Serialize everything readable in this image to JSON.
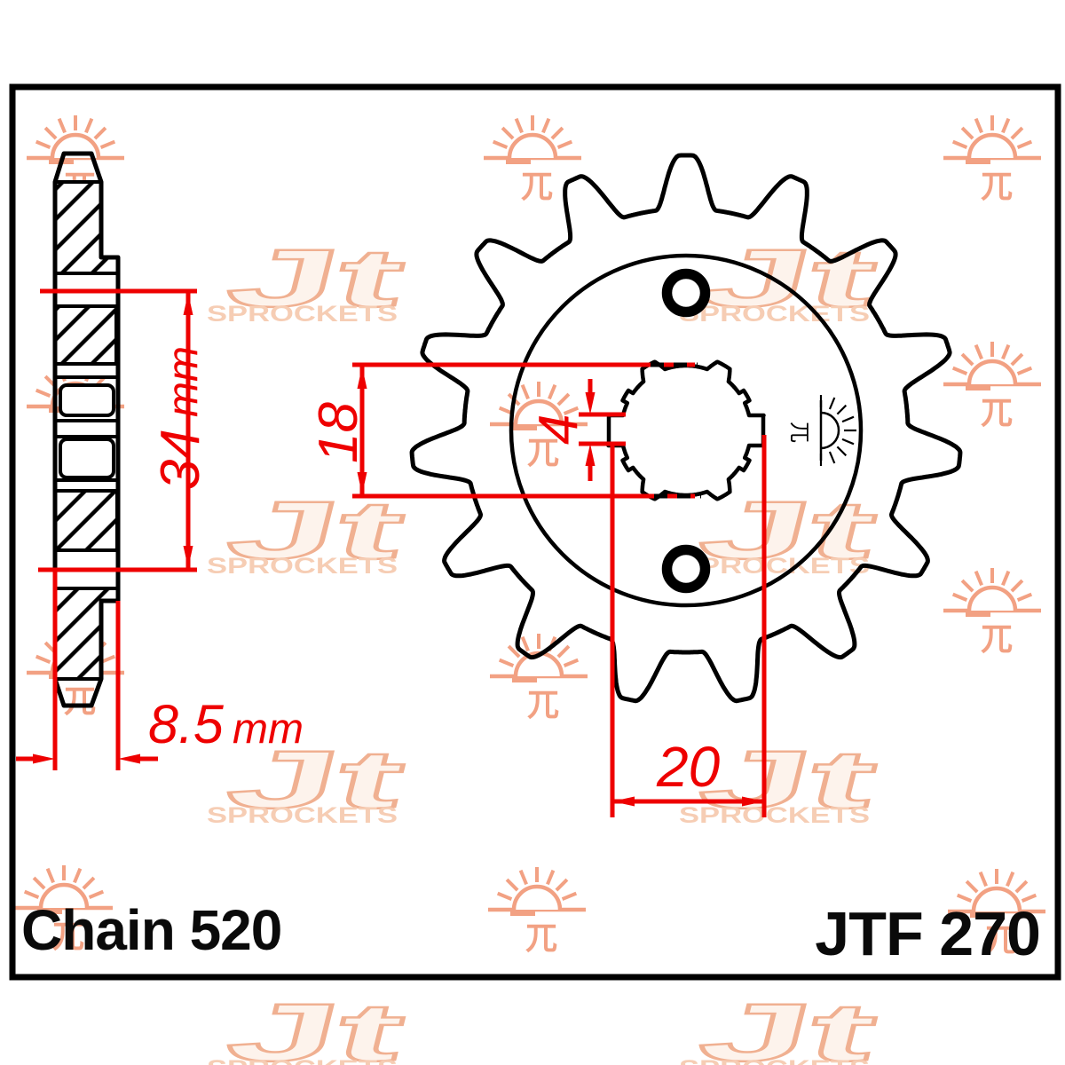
{
  "drawing": {
    "footer": {
      "chain_label": "Chain 520",
      "model_label": "JTF 270"
    },
    "dimensions": {
      "hub_length": {
        "value": "34",
        "unit": "mm"
      },
      "bore_height": {
        "value": "18"
      },
      "spline_groove": {
        "value": "4"
      },
      "shaft_width": {
        "value": "20"
      },
      "overall_width": {
        "value": "8.5",
        "unit": "mm"
      }
    },
    "sprocket": {
      "teeth": 15,
      "bolt_holes": 2
    },
    "watermark": {
      "logo_text": "Jt",
      "brand_text": "SPROCKETS",
      "sun_glyph": "兀"
    },
    "colors": {
      "dimension": "#ee0000",
      "line": "#000000",
      "sun": "#f2a183",
      "logo_fill": "#fdf3ec",
      "logo_stroke": "#f0b091",
      "brand_text": "#f6cdb4"
    }
  }
}
